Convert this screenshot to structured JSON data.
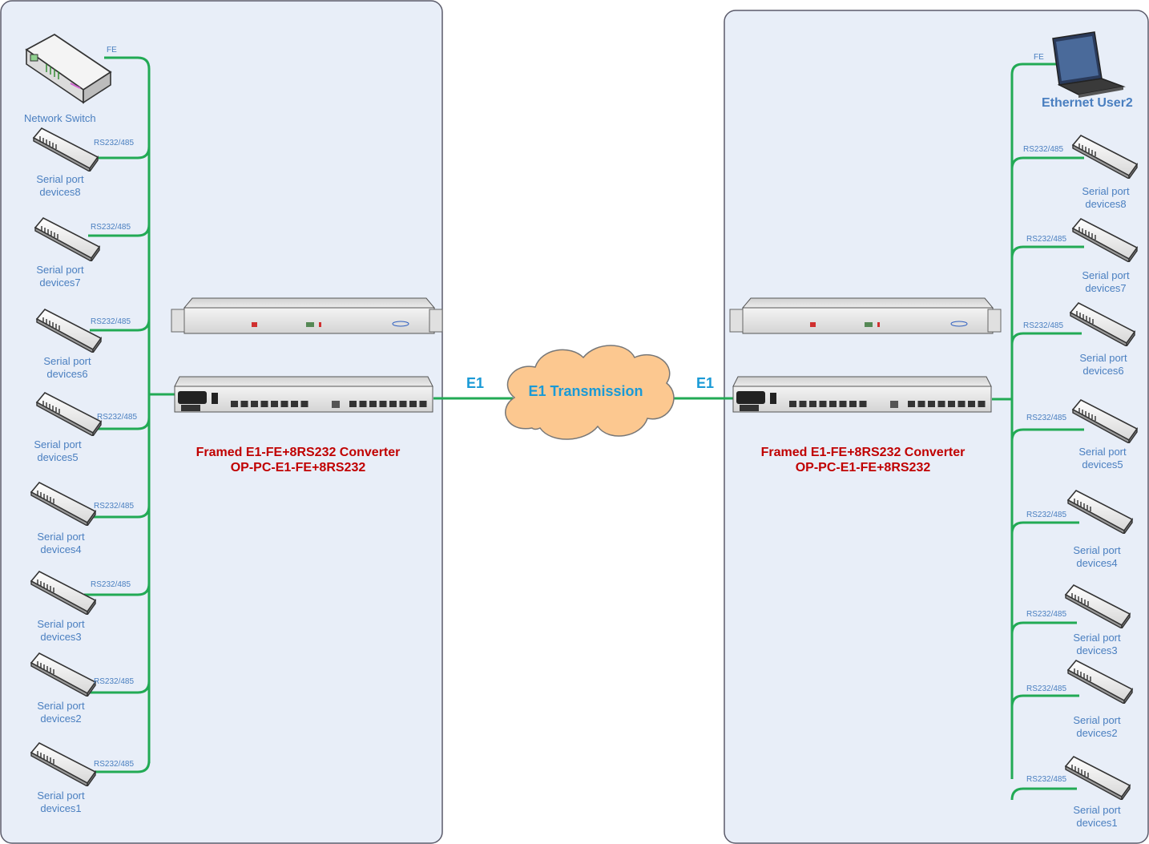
{
  "network_switch": {
    "label": "Network Switch",
    "port": "FE"
  },
  "left_devices": [
    {
      "line1": "Serial port",
      "line2": "devices8",
      "port": "RS232/485"
    },
    {
      "line1": "Serial port",
      "line2": "devices7",
      "port": "RS232/485"
    },
    {
      "line1": "Serial port",
      "line2": "devices6",
      "port": "RS232/485"
    },
    {
      "line1": "Serial port",
      "line2": "devices5",
      "port": "RS232/485"
    },
    {
      "line1": "Serial port",
      "line2": "devices4",
      "port": "RS232/485"
    },
    {
      "line1": "Serial port",
      "line2": "devices3",
      "port": "RS232/485"
    },
    {
      "line1": "Serial port",
      "line2": "devices2",
      "port": "RS232/485"
    },
    {
      "line1": "Serial port",
      "line2": "devices1",
      "port": "RS232/485"
    }
  ],
  "right_devices": [
    {
      "line1": "Serial port",
      "line2": "devices8",
      "port": "RS232/485"
    },
    {
      "line1": "Serial port",
      "line2": "devices7",
      "port": "RS232/485"
    },
    {
      "line1": "Serial port",
      "line2": "devices6",
      "port": "RS232/485"
    },
    {
      "line1": "Serial port",
      "line2": "devices5",
      "port": "RS232/485"
    },
    {
      "line1": "Serial port",
      "line2": "devices4",
      "port": "RS232/485"
    },
    {
      "line1": "Serial port",
      "line2": "devices3",
      "port": "RS232/485"
    },
    {
      "line1": "Serial port",
      "line2": "devices2",
      "port": "RS232/485"
    },
    {
      "line1": "Serial port",
      "line2": "devices1",
      "port": "RS232/485"
    }
  ],
  "ethernet_user": {
    "label": "Ethernet User2",
    "port": "FE"
  },
  "converter": {
    "line1": "Framed E1-FE+8RS232 Converter",
    "line2": "OP-PC-E1-FE+8RS232"
  },
  "link": {
    "left_label": "E1",
    "right_label": "E1",
    "cloud_label": "E1 Transmission"
  },
  "colors": {
    "panel": "#e8eef8",
    "panel_border": "#5a5a6a",
    "link": "#22aa55",
    "cloud": "#fcc890",
    "label": "#4a7fc0",
    "accent": "#c00000"
  }
}
